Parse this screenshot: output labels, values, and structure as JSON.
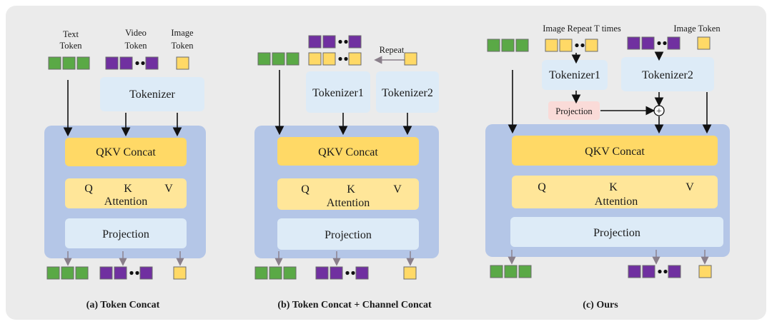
{
  "panels": [
    {
      "caption": "(a) Token Concat",
      "text_token_label": [
        "Text",
        "Token"
      ],
      "video_token_label": [
        "Video",
        "Token"
      ],
      "image_token_label": [
        "Image",
        "Token"
      ],
      "tokenizer": "Tokenizer",
      "qkv": "QKV Concat",
      "q": "Q",
      "k": "K",
      "v": "V",
      "attention": "Attention",
      "projection": "Projection"
    },
    {
      "caption": "(b) Token Concat + Channel Concat",
      "repeat": "Repeat",
      "tokenizer1": "Tokenizer1",
      "tokenizer2": "Tokenizer2",
      "qkv": "QKV Concat",
      "q": "Q",
      "k": "K",
      "v": "V",
      "attention": "Attention",
      "projection": "Projection"
    },
    {
      "caption": "(c) Ours",
      "image_repeat": "Image Repeat T times",
      "image_token": "Image Token",
      "tokenizer1": "Tokenizer1",
      "tokenizer2": "Tokenizer2",
      "projection_small": "Projection",
      "plus": "+",
      "qkv": "QKV Concat",
      "q": "Q",
      "k": "K",
      "v": "V",
      "attention": "Attention",
      "projection": "Projection"
    }
  ],
  "colors": {
    "background": "#ebebeb",
    "block": "#b4c6e7",
    "qkv": "#ffd966",
    "attention": "#ffe699",
    "projection": "#ddebf7",
    "tokenizer": "#ddebf7",
    "proj_small": "#fadbd8",
    "text_token": "#5aa946",
    "video_token": "#7030a0",
    "image_token": "#ffd966"
  }
}
